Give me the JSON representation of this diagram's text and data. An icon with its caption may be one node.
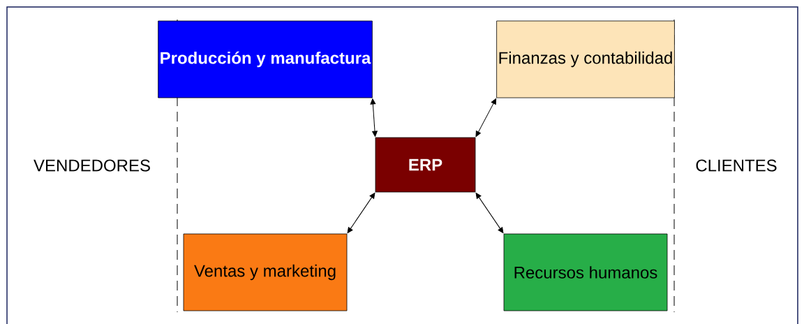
{
  "diagram": {
    "nodes": [
      {
        "text": [
          "Producción y manufactura"
        ]
      },
      {
        "text": [
          "Finanzas y contabilidad"
        ]
      },
      {
        "text": [
          "ERP"
        ]
      },
      {
        "text": [
          "Ventas y marketing"
        ]
      },
      {
        "text": [
          "Recursos humanos"
        ]
      }
    ],
    "edges": [
      {
        "from": 2,
        "to": 0,
        "arrow": "both"
      },
      {
        "from": 2,
        "to": 1,
        "arrow": "both"
      },
      {
        "from": 2,
        "to": 3,
        "arrow": "both"
      },
      {
        "from": 2,
        "to": 4,
        "arrow": "both"
      }
    ],
    "labels": [
      "VENDEDORES",
      "CLIENTES"
    ]
  }
}
